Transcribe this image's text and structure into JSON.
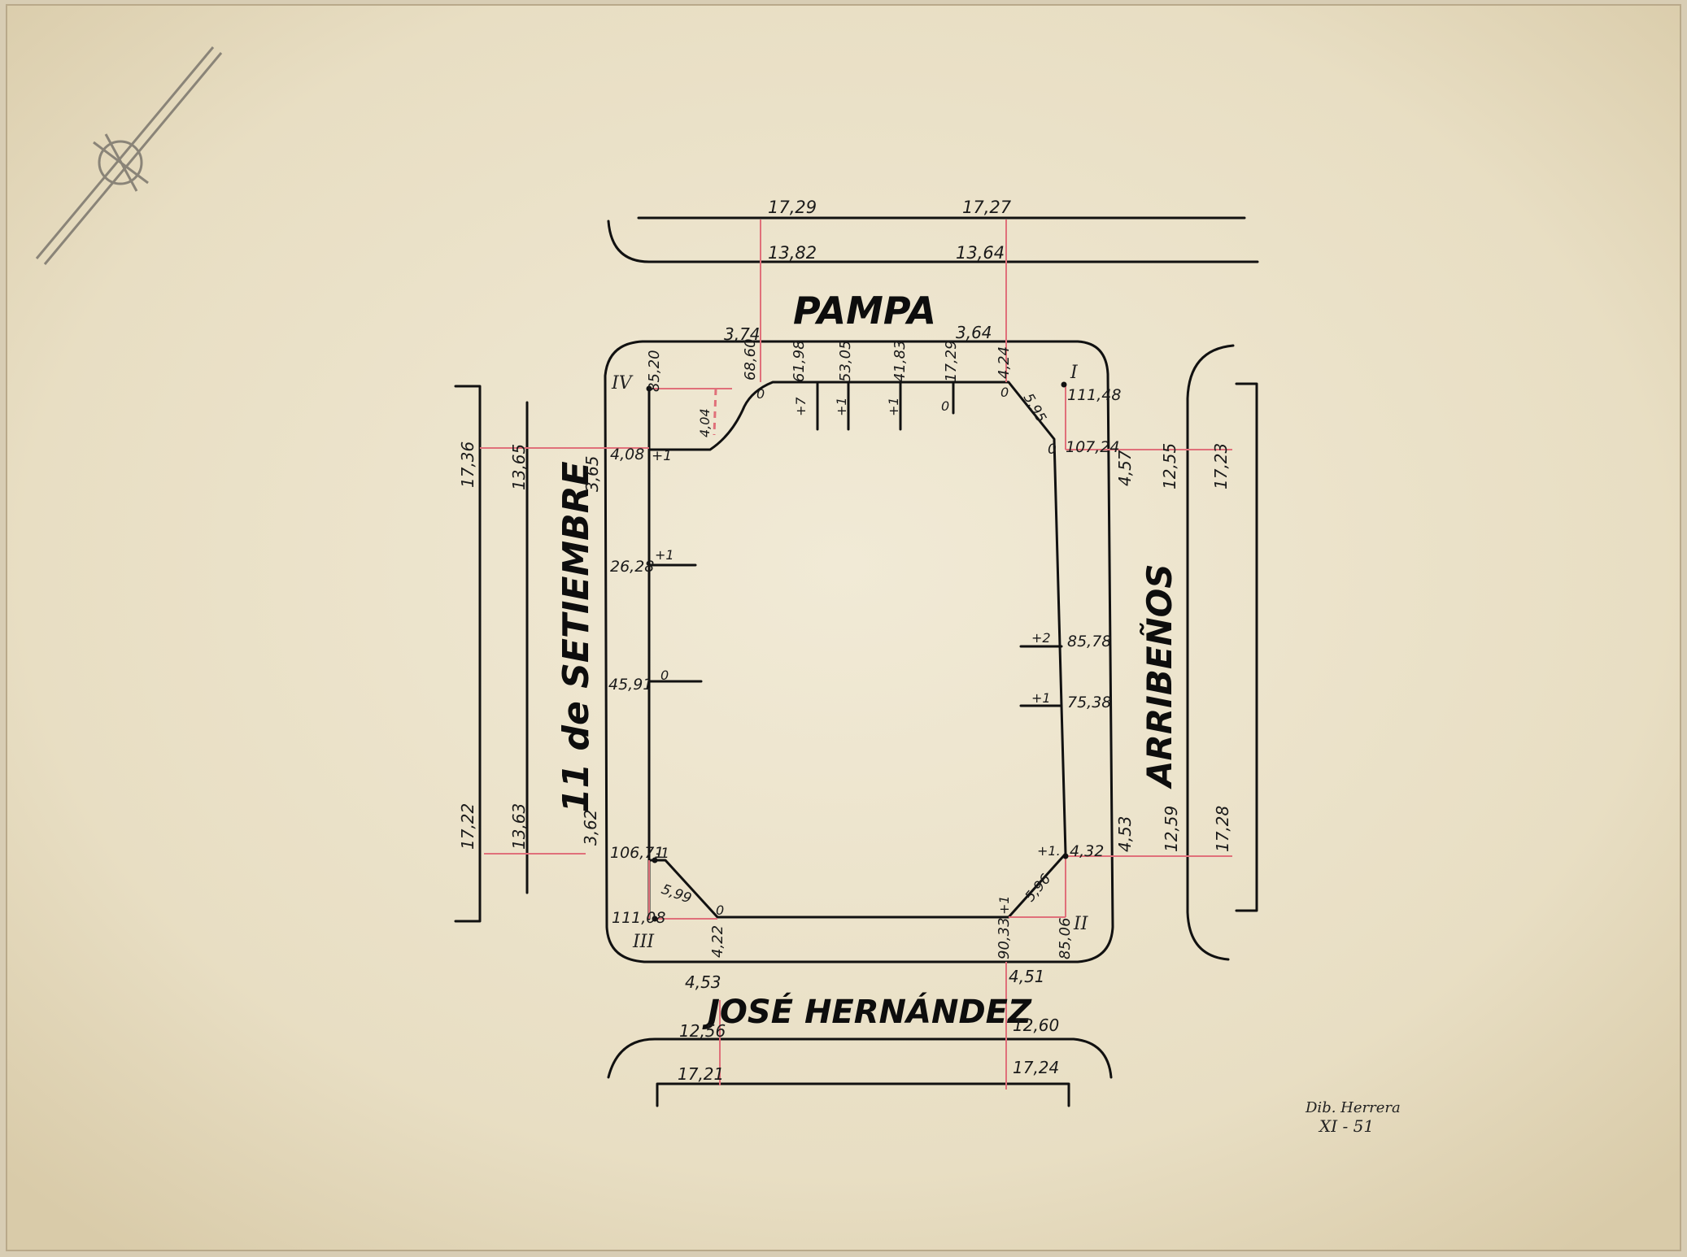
{
  "streets": {
    "north": "PAMPA",
    "west": "11 de SETIEMBRE",
    "east": "ARRIBEÑOS",
    "south": "JOSÉ HERNÁNDEZ"
  },
  "corners": {
    "nw": "IV",
    "ne": "I",
    "se": "II",
    "sw": "III"
  },
  "north_street": {
    "far_left": "17,29",
    "far_right": "17,27",
    "near_left": "13,82",
    "near_right": "13,64",
    "walk_left": "3,74",
    "walk_right": "3,64"
  },
  "south_street": {
    "walk_left": "4,53",
    "walk_right": "4,51",
    "near_left": "12,56",
    "near_right": "12,60",
    "far_left": "17,21",
    "far_right": "17,24"
  },
  "west_street": {
    "far_top": "17,36",
    "near_top": "13,65",
    "walk_top": "3,65",
    "far_bottom": "17,22",
    "near_bottom": "13,63",
    "walk_bottom": "3,62"
  },
  "east_street": {
    "walk_top": "4,57",
    "near_top": "12,55",
    "far_top": "17,23",
    "walk_bottom": "4,53",
    "near_bottom": "12,59",
    "far_bottom": "17,28"
  },
  "block_north": {
    "nw_corner": "85,20",
    "p1": "68,60",
    "p2": "61,98",
    "p3": "53,05",
    "p4": "41,83",
    "p5": "17,29",
    "ne_corner": "4,24",
    "v1": "0",
    "v2": "+7",
    "v3": "+1",
    "v4": "+1",
    "v5": "0",
    "v6": "0",
    "notch": "4,04"
  },
  "block_east": {
    "ne_point": "111,48",
    "ne_chamfer": "5,95",
    "ne_low": "107,24",
    "ne_low_val": "0",
    "p1": "85,78",
    "p1_val": "+2",
    "p2": "75,38",
    "p2_val": "+1",
    "se_top": "4,32",
    "se_top_val": "+1.",
    "se_chamfer": "5,96"
  },
  "block_south": {
    "se_point": "85,06",
    "p1": "90,33",
    "p1_val": "+1",
    "sw_walk": "4,22",
    "sw_val": "0"
  },
  "block_west": {
    "nw_low": "4,08",
    "nw_low_val": "+1",
    "p1": "26,28",
    "p1_val": "+1",
    "p2": "45,91",
    "p2_val": "0",
    "sw_top": "106,71",
    "sw_top_val": "-1",
    "sw_chamfer": "5,99",
    "sw_point": "111,08"
  },
  "signature": {
    "author": "Dib. Herrera",
    "date": "XI - 51"
  },
  "colors": {
    "paper": "#e9e0c8",
    "ink": "#111111",
    "survey_line": "#e0707a"
  }
}
